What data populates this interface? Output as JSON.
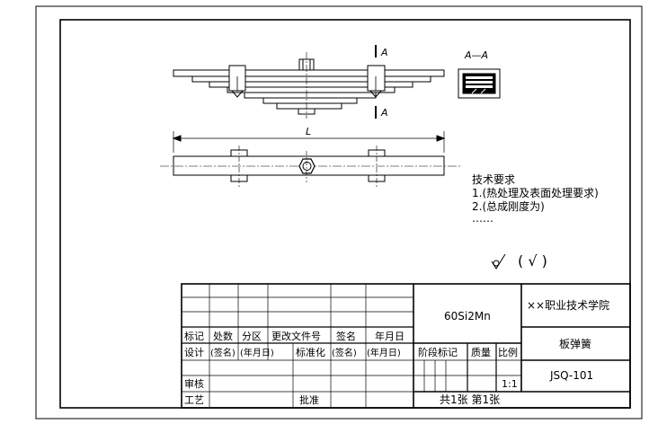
{
  "section_mark": "A",
  "section_title": "A—A",
  "dimension_length": "L",
  "tech_requirements": {
    "heading": "技术要求",
    "item1": "1.(热处理及表面处理要求)",
    "item2": "2.(总成刚度为)",
    "item3": "……"
  },
  "roughness_note": "( √ )",
  "title_block": {
    "material": "60Si2Mn",
    "school": "××职业技术学院",
    "part_name": "板弹簧",
    "drawing_no": "JSQ-101",
    "scale": "1:1",
    "sheet_count": "共1张 第1张",
    "labels": {
      "mark": "标记",
      "count": "处数",
      "zone": "分区",
      "change_doc": "更改文件号",
      "signature": "签名",
      "date": "年月日",
      "design": "设计",
      "signature_paren": "(签名)",
      "date_paren": "(年月日)",
      "standardize": "标准化",
      "signature_paren2": "(签名)",
      "date_paren2": "(年月日)",
      "stage_mark": "阶段标记",
      "weight": "质量",
      "scale_label": "比例",
      "review": "审核",
      "process": "工艺",
      "approve": "批准"
    }
  }
}
